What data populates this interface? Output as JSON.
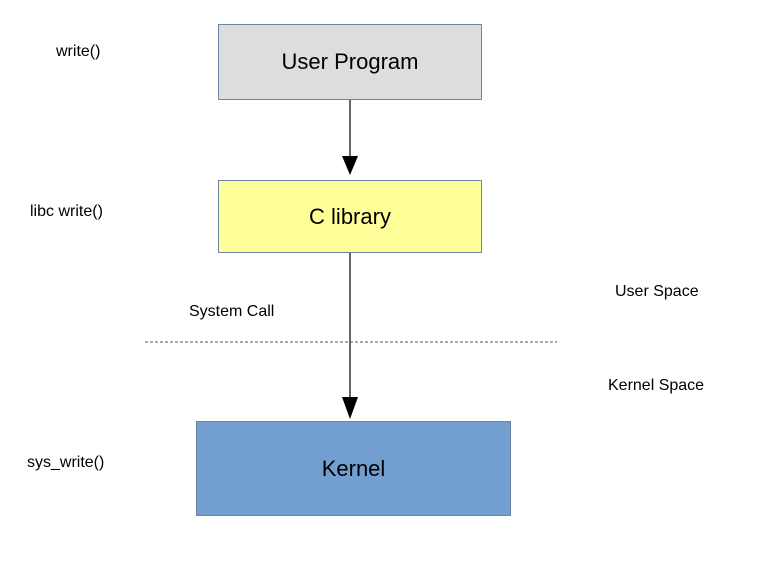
{
  "left_labels": {
    "user_call": "write()",
    "libc_call": "libc write()",
    "kernel_call": "sys_write()"
  },
  "boxes": {
    "user_program": {
      "label": "User Program",
      "fill": "#dddddd"
    },
    "c_library": {
      "label": "C library",
      "fill": "#ffff99"
    },
    "kernel": {
      "label": "Kernel",
      "fill": "#729fcf"
    }
  },
  "system_call_label": "System Call",
  "regions": {
    "user_space": "User Space",
    "kernel_space": "Kernel Space"
  }
}
